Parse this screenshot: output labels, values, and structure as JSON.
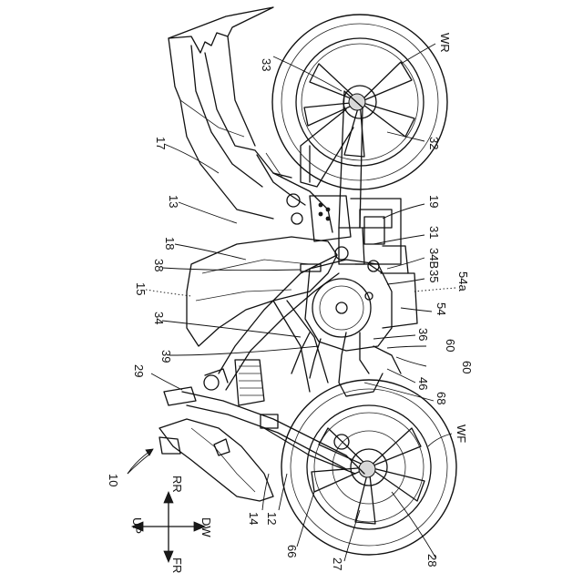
{
  "figure": {
    "assembly_ref": "10",
    "labels": {
      "l33": "33",
      "lWR": "WR",
      "l32": "32",
      "l17": "17",
      "l19": "19",
      "l13": "13",
      "l31": "31",
      "l18": "18",
      "l34B": "34B",
      "l38": "38",
      "l15": "15",
      "l35": "35",
      "l54a": "54a",
      "l54": "54",
      "l34": "34",
      "l36": "36",
      "l60a": "60",
      "l60b": "60",
      "l39": "39",
      "l46": "46",
      "l29": "29",
      "l68": "68",
      "lWF": "WF",
      "l14": "14",
      "l12": "12",
      "l66": "66",
      "l27": "27",
      "l28": "28"
    }
  },
  "compass": {
    "up": "UP",
    "rr": "RR",
    "fr": "FR",
    "dw": "DW"
  }
}
